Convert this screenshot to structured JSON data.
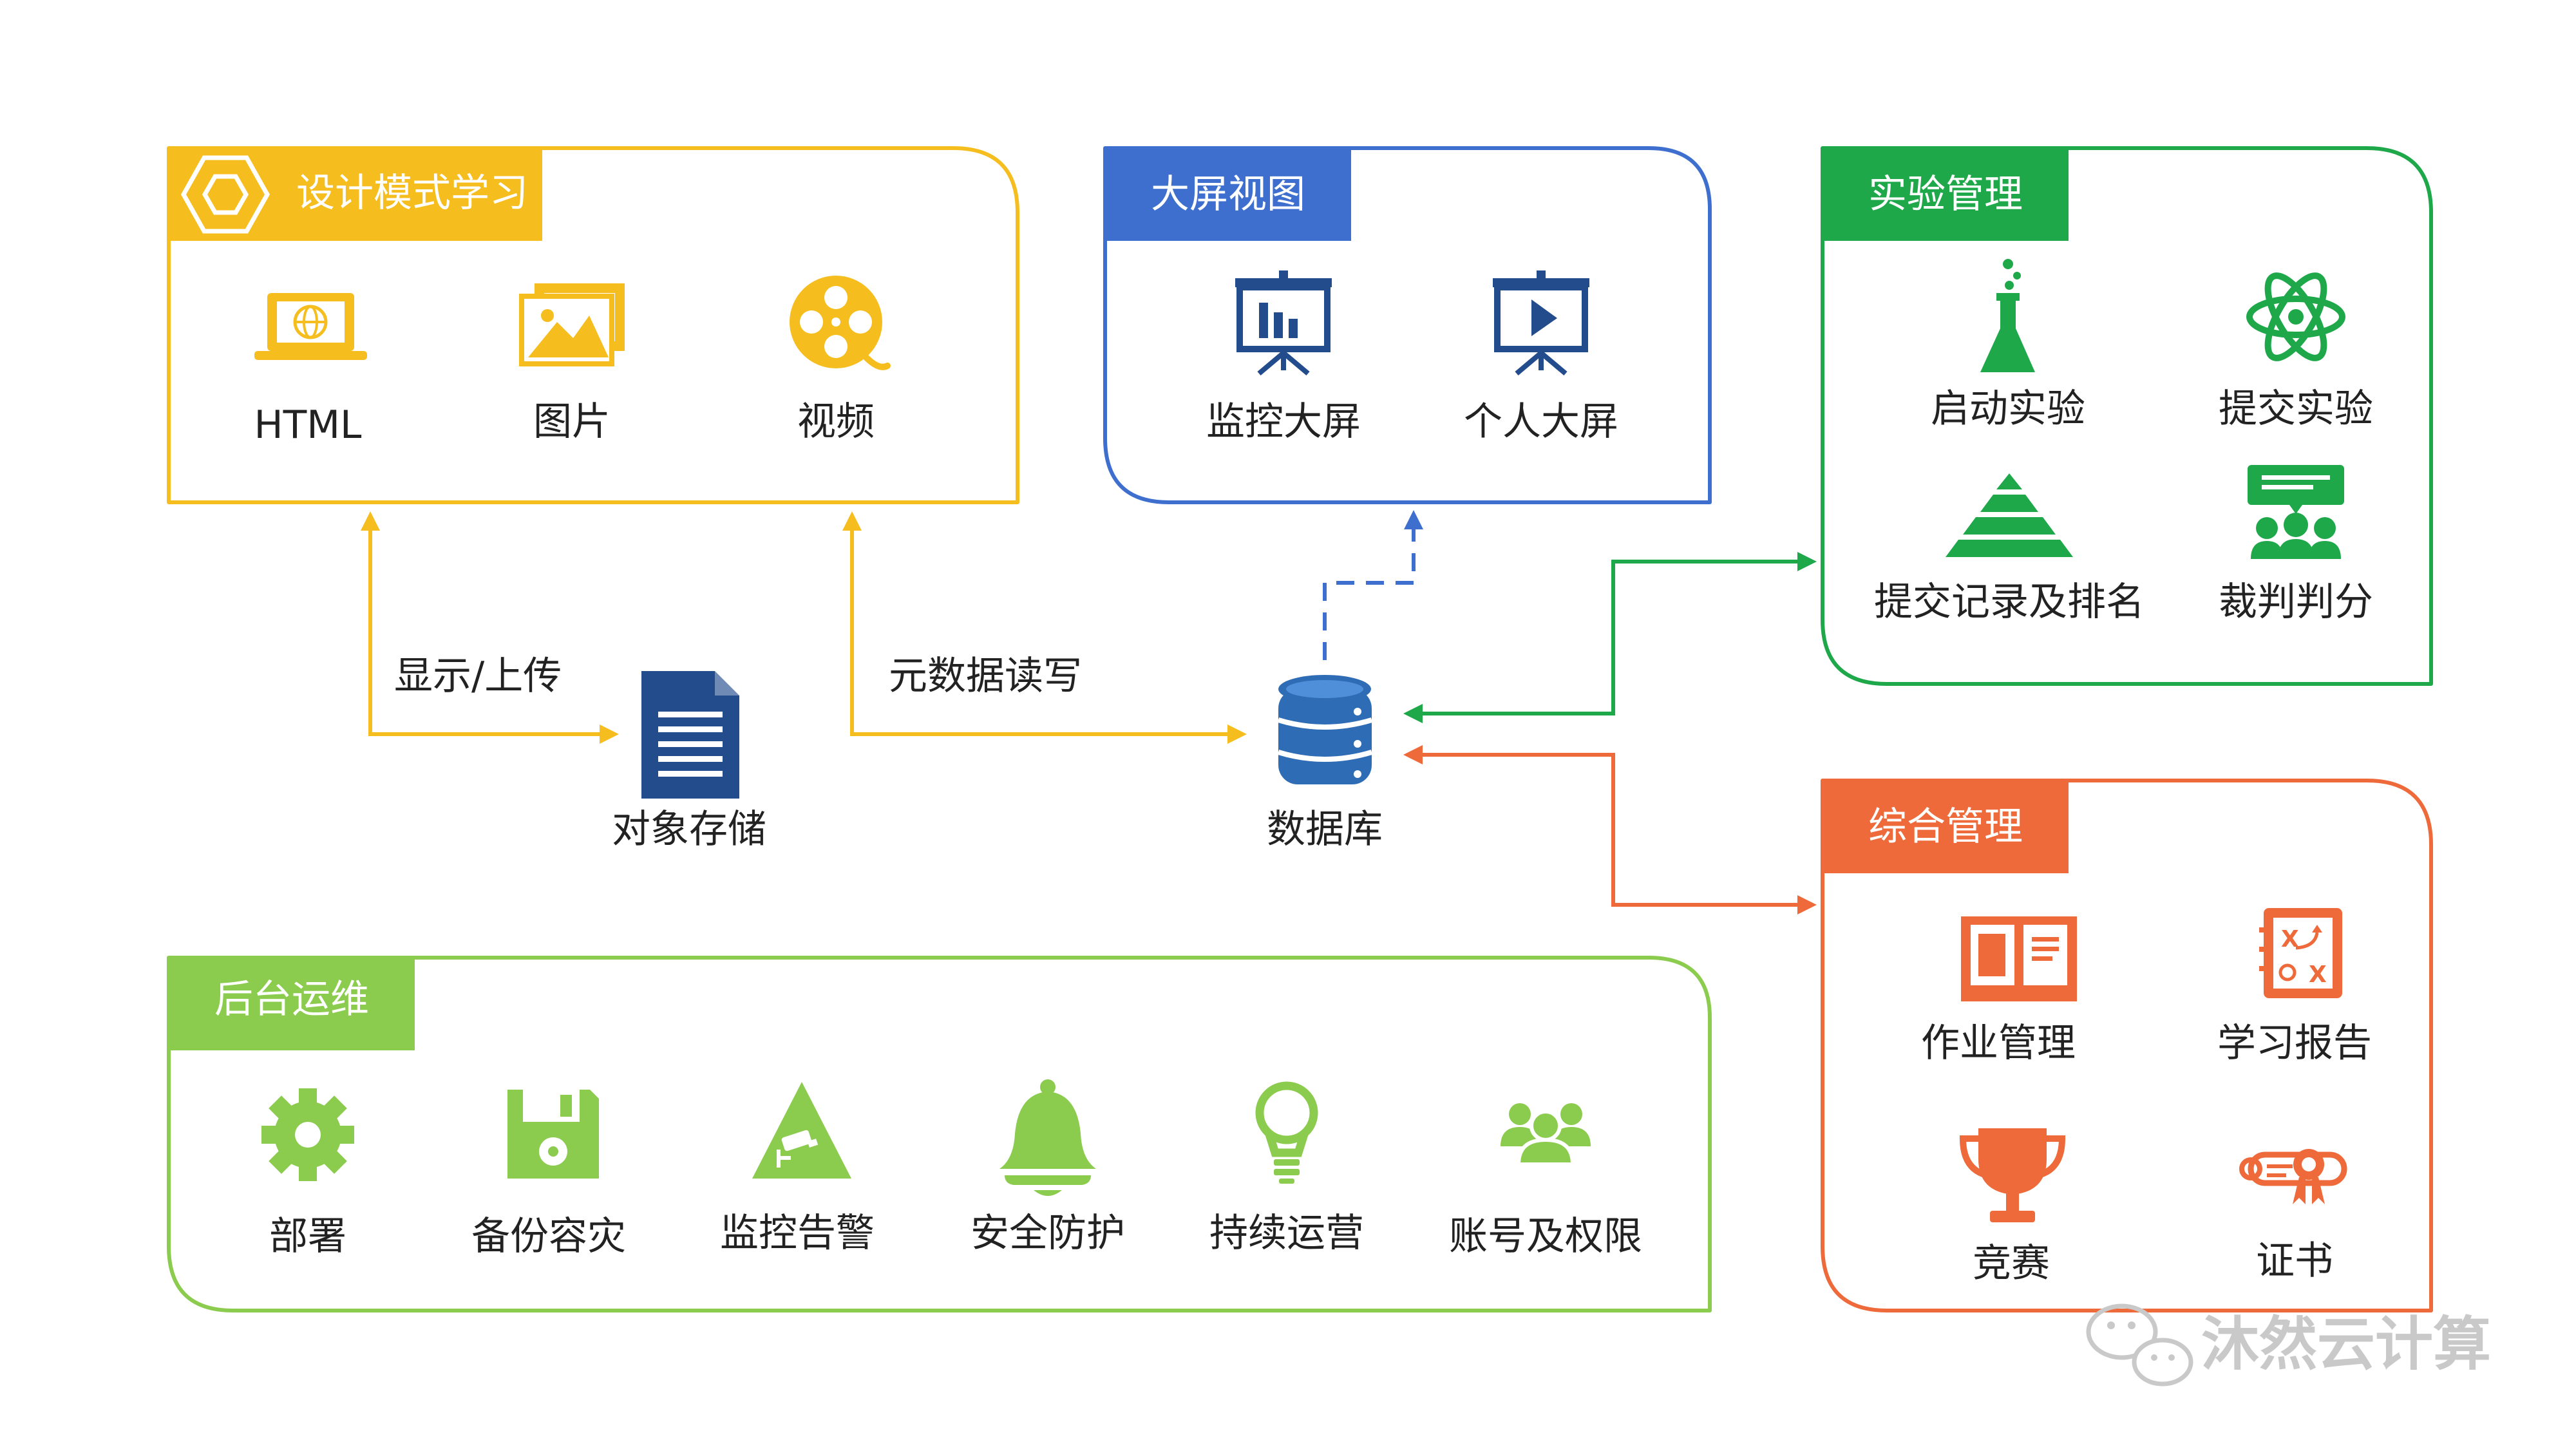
{
  "colors": {
    "yellow": "#F5BE1E",
    "blue": "#3E6FCF",
    "navy": "#234C8C",
    "dbblue": "#2E6DB5",
    "green": "#1EA84A",
    "orange": "#EE6A3A",
    "lime": "#8BCB4E",
    "text": "#222222",
    "watermark": "#C9C9C9"
  },
  "panels": {
    "design": {
      "title": "设计模式学习",
      "items": [
        {
          "label": "HTML",
          "icon": "laptop-globe-icon"
        },
        {
          "label": "图片",
          "icon": "image-icon"
        },
        {
          "label": "视频",
          "icon": "film-reel-icon"
        }
      ]
    },
    "bigscreen": {
      "title": "大屏视图",
      "items": [
        {
          "label": "监控大屏",
          "icon": "presentation-chart-icon"
        },
        {
          "label": "个人大屏",
          "icon": "presentation-play-icon"
        }
      ]
    },
    "experiment": {
      "title": "实验管理",
      "items": [
        {
          "label": "启动实验",
          "icon": "flask-icon"
        },
        {
          "label": "提交实验",
          "icon": "atom-icon"
        },
        {
          "label": "提交记录及排名",
          "icon": "pyramid-icon"
        },
        {
          "label": "裁判判分",
          "icon": "judge-board-icon"
        }
      ]
    },
    "comprehensive": {
      "title": "综合管理",
      "items": [
        {
          "label": "作业管理",
          "icon": "open-book-icon"
        },
        {
          "label": "学习报告",
          "icon": "tactics-report-icon"
        },
        {
          "label": "竞赛",
          "icon": "trophy-icon"
        },
        {
          "label": "证书",
          "icon": "certificate-icon"
        }
      ]
    },
    "ops": {
      "title": "后台运维",
      "items": [
        {
          "label": "部署",
          "icon": "gear-icon"
        },
        {
          "label": "备份容灾",
          "icon": "floppy-disk-icon"
        },
        {
          "label": "监控告警",
          "icon": "camera-warning-icon"
        },
        {
          "label": "安全防护",
          "icon": "bell-icon"
        },
        {
          "label": "持续运营",
          "icon": "light-bulb-icon"
        },
        {
          "label": "账号及权限",
          "icon": "user-group-icon"
        }
      ]
    }
  },
  "nodes": {
    "storage": {
      "label": "对象存储",
      "icon": "document-icon"
    },
    "database": {
      "label": "数据库",
      "icon": "database-icon"
    }
  },
  "edges": {
    "display_upload": "显示/上传",
    "meta_rw": "元数据读写"
  },
  "watermark": "沐然云计算"
}
